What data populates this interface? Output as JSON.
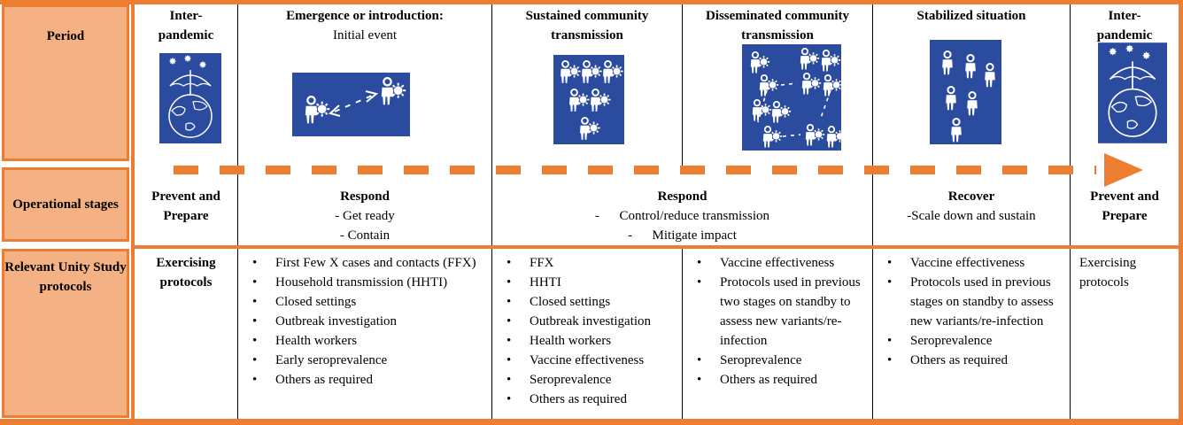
{
  "colors": {
    "accent_orange": "#ED7D31",
    "light_orange_fill": "#F4B183",
    "icon_blue": "#2A4B9E"
  },
  "left_labels": {
    "period": "Period",
    "operational": "Operational stages",
    "protocols": "Relevant Unity Study protocols"
  },
  "columns": [
    {
      "title": "Inter-pandemic",
      "subtitle": "",
      "icon": "umbrella-globe-virus-icon"
    },
    {
      "title": "Emergence or introduction:",
      "subtitle": "Initial event",
      "icon": "person-to-person-transmission-icon"
    },
    {
      "title": "Sustained community transmission",
      "subtitle": "",
      "icon": "community-transmission-icon"
    },
    {
      "title": "Disseminated community transmission",
      "subtitle": "",
      "icon": "disseminated-transmission-icon"
    },
    {
      "title": "Stabilized situation",
      "subtitle": "",
      "icon": "stabilized-population-icon"
    },
    {
      "title": "Inter-pandemic",
      "subtitle": "",
      "icon": "umbrella-globe-virus-icon"
    }
  ],
  "stages": [
    {
      "title": "Prevent and Prepare",
      "lines": []
    },
    {
      "title": "Respond",
      "lines": [
        "- Get ready",
        "- Contain"
      ]
    },
    {
      "title": "Respond",
      "lines": [
        "-      Control/reduce transmission",
        "-      Mitigate impact"
      ]
    },
    {
      "title": "Recover",
      "lines": [
        "-Scale down and sustain"
      ]
    },
    {
      "title": "Prevent and Prepare",
      "lines": []
    }
  ],
  "protocols": [
    {
      "title": "Exercising protocols"
    },
    {
      "bullets": [
        "First Few X cases and contacts (FFX)",
        "Household transmission (HHTI)",
        "Closed settings",
        "Outbreak investigation",
        "Health workers",
        "Early seroprevalence",
        "Others as required"
      ]
    },
    {
      "bullets": [
        "FFX",
        "HHTI",
        "Closed settings",
        "Outbreak investigation",
        "Health workers",
        "Vaccine effectiveness",
        "Seroprevalence",
        "Others as required"
      ]
    },
    {
      "bullets": [
        "Vaccine effectiveness",
        "Protocols used in previous two stages on standby to assess new variants/re-infection",
        "Seroprevalence",
        "Others as required"
      ]
    },
    {
      "bullets": [
        "Vaccine effectiveness",
        "Protocols used in previous stages on standby to assess new variants/re-infection",
        "Seroprevalence",
        "Others as required"
      ]
    },
    {
      "text": "Exercising protocols"
    }
  ]
}
